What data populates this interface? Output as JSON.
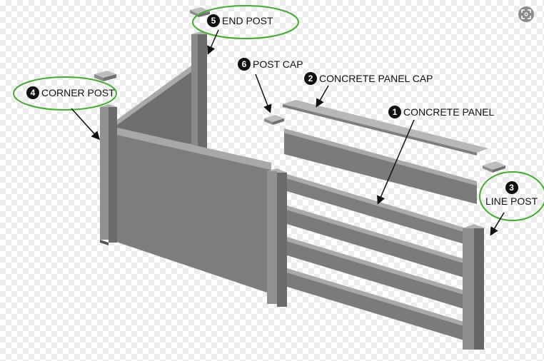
{
  "labels": {
    "concrete_panel": {
      "number": "1",
      "text": "CONCRETE PANEL"
    },
    "concrete_panel_cap": {
      "number": "2",
      "text": "CONCRETE PANEL CAP"
    },
    "line_post": {
      "number": "3",
      "text": "LINE POST"
    },
    "corner_post": {
      "number": "4",
      "text": "CORNER POST"
    },
    "end_post": {
      "number": "5",
      "text": "END POST"
    },
    "post_cap": {
      "number": "6",
      "text": "POST CAP"
    }
  },
  "colors": {
    "highlight_ellipse": "#3fae2a",
    "fence_face": "#7b7b7b",
    "fence_top": "#a6a6a6",
    "fence_dark": "#5e5e5e",
    "callout_line": "#111111"
  },
  "icons": {
    "expand": "expand-icon"
  }
}
